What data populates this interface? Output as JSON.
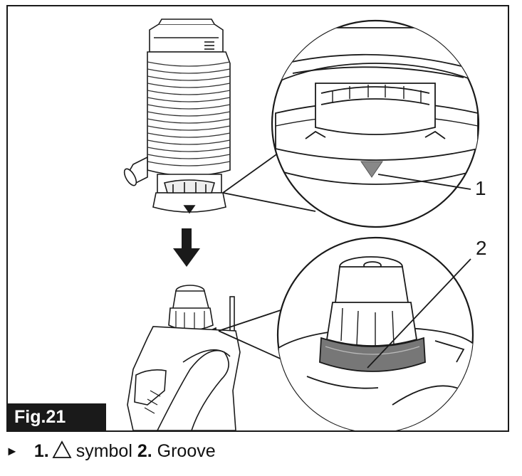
{
  "figure": {
    "label": "Fig.21",
    "callouts": [
      {
        "number": "1"
      },
      {
        "number": "2"
      }
    ]
  },
  "caption": {
    "bullet": "►",
    "item1_number": "1.",
    "item1_text": "symbol",
    "item2_number": "2.",
    "item2_text": "Groove"
  }
}
